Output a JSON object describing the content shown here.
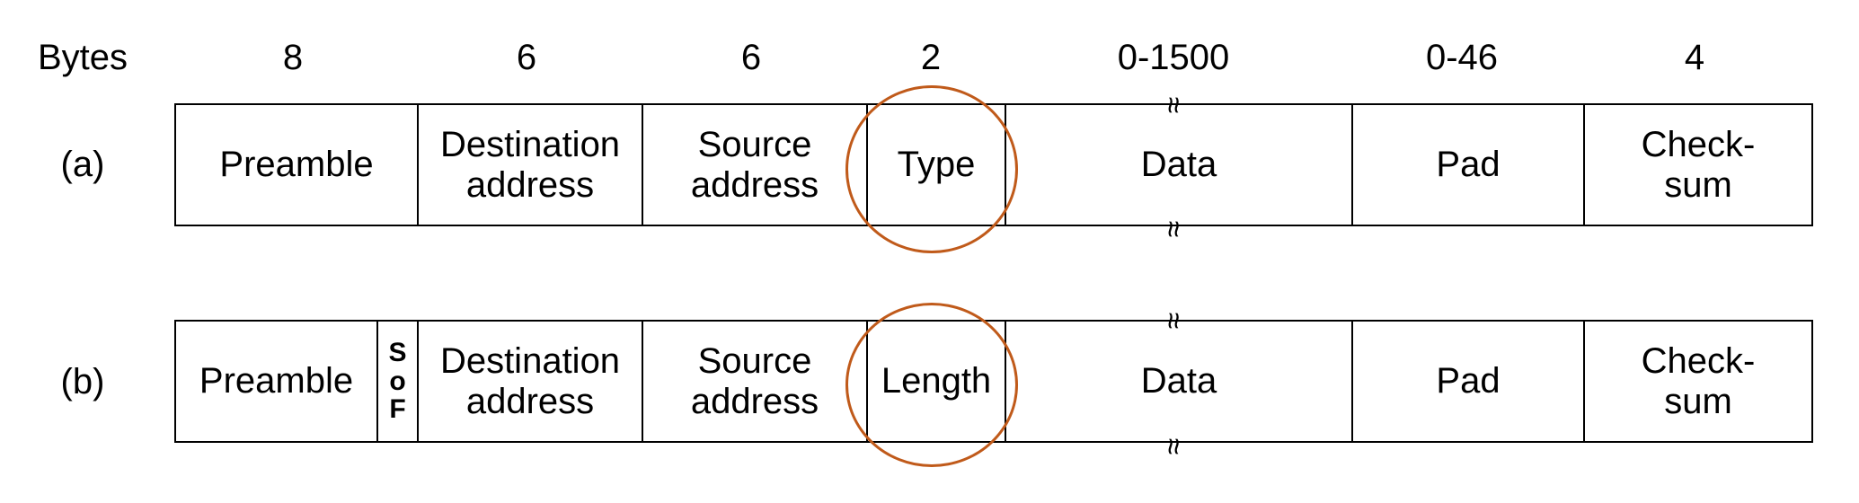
{
  "header": {
    "label": "Bytes",
    "sizes": [
      "8",
      "6",
      "6",
      "2",
      "0-1500",
      "0-46",
      "4"
    ]
  },
  "frame_a": {
    "label": "(a)",
    "fields": {
      "preamble": "Preamble",
      "dest_line1": "Destination",
      "dest_line2": "address",
      "src_line1": "Source",
      "src_line2": "address",
      "type": "Type",
      "data": "Data",
      "pad": "Pad",
      "check_line1": "Check-",
      "check_line2": "sum"
    }
  },
  "frame_b": {
    "label": "(b)",
    "fields": {
      "preamble": "Preamble",
      "sof_1": "S",
      "sof_2": "o",
      "sof_3": "F",
      "dest_line1": "Destination",
      "dest_line2": "address",
      "src_line1": "Source",
      "src_line2": "address",
      "length": "Length",
      "data": "Data",
      "pad": "Pad",
      "check_line1": "Check-",
      "check_line2": "sum"
    }
  },
  "colors": {
    "highlight_circle": "#c05a1a",
    "line": "#000000"
  }
}
